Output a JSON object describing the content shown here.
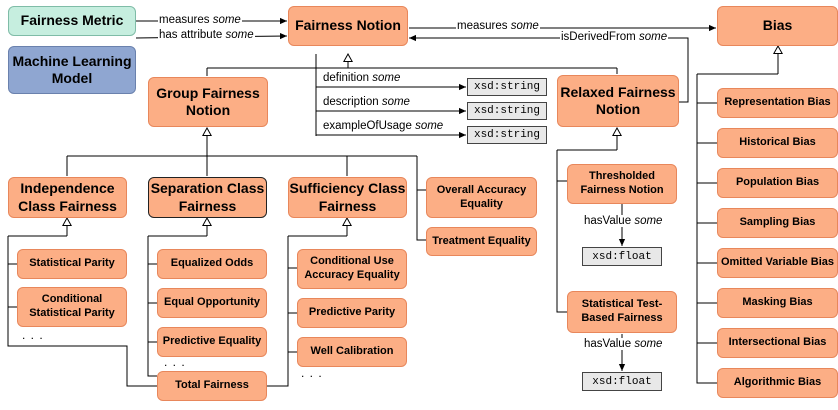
{
  "nodes": {
    "fairness_metric": "Fairness Metric",
    "ml_model": "Machine Learning Model",
    "fairness_notion": "Fairness Notion",
    "bias": "Bias",
    "group_fairness_notion": "Group Fairness Notion",
    "relaxed_fairness_notion": "Relaxed Fairness Notion",
    "independence_class": "Independence Class Fairness",
    "separation_class": "Separation Class Fairness",
    "sufficiency_class": "Sufficiency Class Fairness",
    "overall_accuracy_equality": "Overall Accuracy Equality",
    "treatment_equality": "Treatment Equality",
    "statistical_parity": "Statistical Parity",
    "conditional_statistical_parity": "Conditional Statistical Parity",
    "equalized_odds": "Equalized Odds",
    "equal_opportunity": "Equal Opportunity",
    "predictive_equality": "Predictive Equality",
    "conditional_use_accuracy_equality": "Conditional Use Accuracy Equality",
    "predictive_parity": "Predictive Parity",
    "well_calibration": "Well Calibration",
    "total_fairness": "Total Fairness",
    "thresholded_fairness_notion": "Thresholded Fairness Notion",
    "statistical_test_based_fairness": "Statistical Test-Based Fairness",
    "representation_bias": "Representation Bias",
    "historical_bias": "Historical Bias",
    "population_bias": "Population Bias",
    "sampling_bias": "Sampling Bias",
    "omitted_variable_bias": "Omitted Variable Bias",
    "masking_bias": "Masking Bias",
    "intersectional_bias": "Intersectional Bias",
    "algorithmic_bias": "Algorithmic Bias"
  },
  "literals": {
    "xsd_string": "xsd:string",
    "xsd_float": "xsd:float"
  },
  "edges": {
    "measures": "measures",
    "has_attribute": "has attribute",
    "definition": "definition",
    "description": "description",
    "example_of_usage": "exampleOfUsage",
    "is_derived_from": "isDerivedFrom",
    "has_value": "hasValue",
    "some": "some"
  },
  "ellipsis": ". . ."
}
